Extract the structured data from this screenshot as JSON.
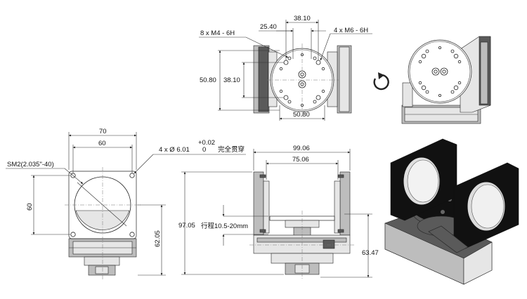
{
  "top_view": {
    "dim_38_10_top": "38.10",
    "dim_25_40": "25.40",
    "label_m4": "8 x  M4 - 6H",
    "label_m6": "4 x  M6 - 6H",
    "dim_50_80_left": "50.80",
    "dim_38_10_left": "38.10",
    "dim_50_80_bottom": "50.80"
  },
  "rotate_icon": "rotate-clockwise-icon",
  "front_view": {
    "dim_70": "70",
    "dim_60_top": "60",
    "label_sm2": "SM2(2.035\"-40)",
    "dim_60_left": "60",
    "dim_62_05": "62.05",
    "hole_note_prefix": "4 x Ø 6.01",
    "tol_upper": "+0.02",
    "tol_lower": "0",
    "hole_note_suffix": "完全贯穿"
  },
  "side_view": {
    "dim_99_06": "99.06",
    "dim_75_06": "75.06",
    "dim_97_05": "97.05",
    "label_travel": "行程10.5-20mm",
    "dim_63_47": "63.47"
  }
}
